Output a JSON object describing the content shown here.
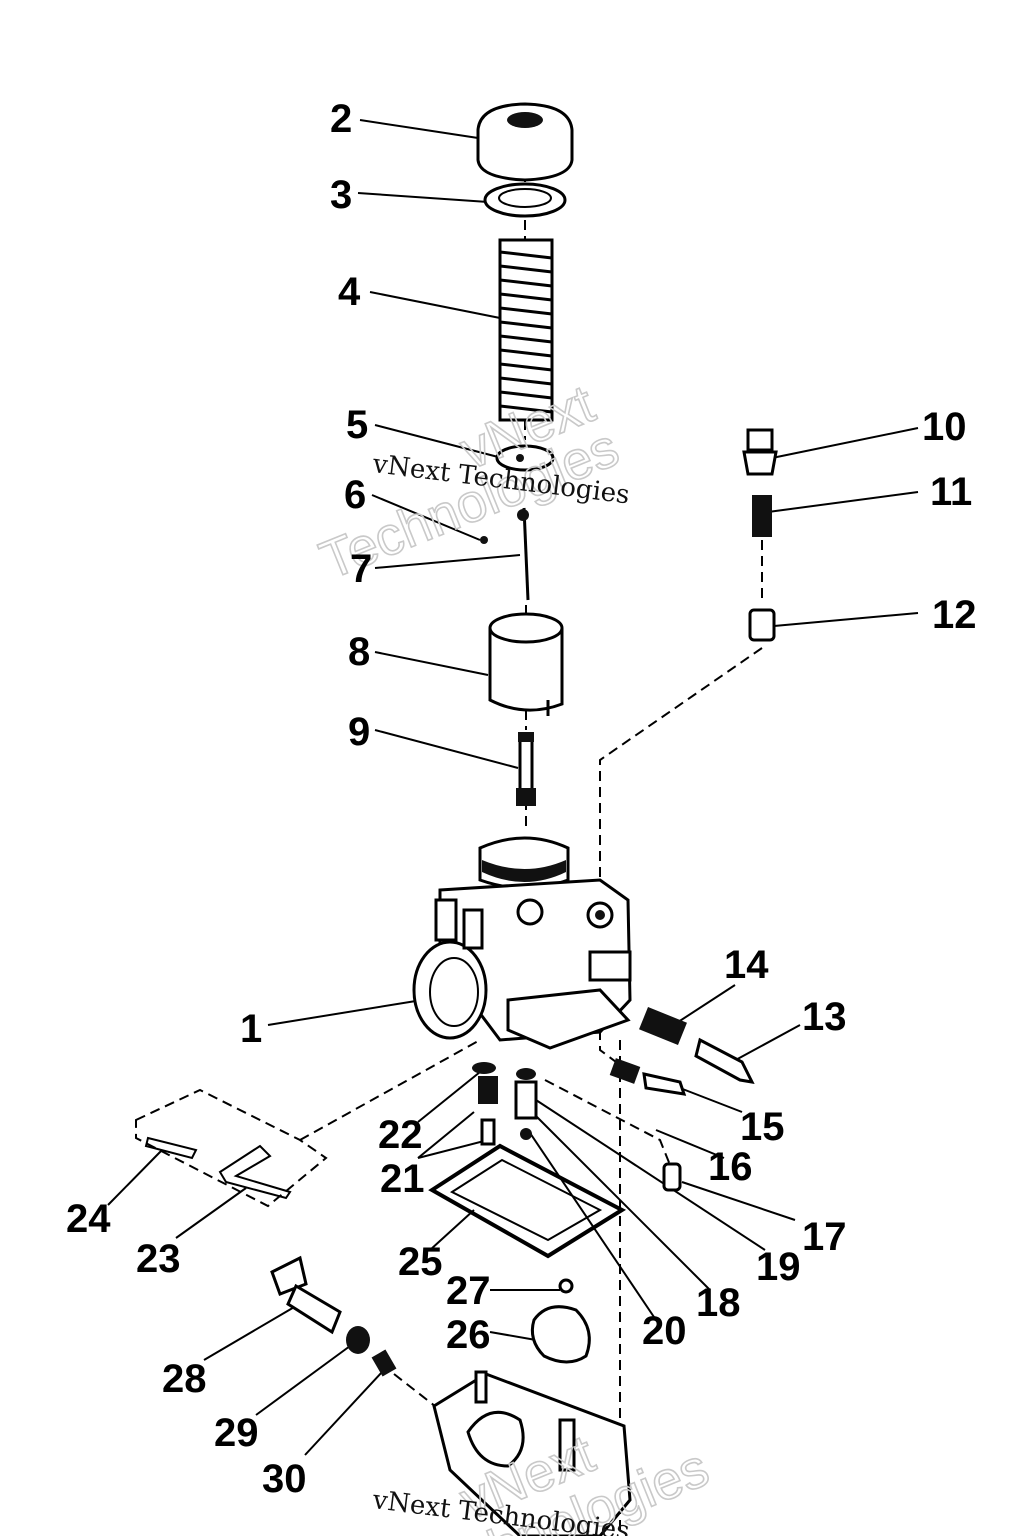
{
  "callouts": [
    {
      "id": "2",
      "text": "2"
    },
    {
      "id": "3",
      "text": "3"
    },
    {
      "id": "4",
      "text": "4"
    },
    {
      "id": "5",
      "text": "5"
    },
    {
      "id": "6",
      "text": "6"
    },
    {
      "id": "7",
      "text": "7"
    },
    {
      "id": "8",
      "text": "8"
    },
    {
      "id": "9",
      "text": "9"
    },
    {
      "id": "10",
      "text": "10"
    },
    {
      "id": "11",
      "text": "11"
    },
    {
      "id": "12",
      "text": "12"
    },
    {
      "id": "1",
      "text": "1"
    },
    {
      "id": "14",
      "text": "14"
    },
    {
      "id": "13",
      "text": "13"
    },
    {
      "id": "15",
      "text": "15"
    },
    {
      "id": "16",
      "text": "16"
    },
    {
      "id": "17",
      "text": "17"
    },
    {
      "id": "22",
      "text": "22"
    },
    {
      "id": "21",
      "text": "21"
    },
    {
      "id": "24",
      "text": "24"
    },
    {
      "id": "23",
      "text": "23"
    },
    {
      "id": "25",
      "text": "25"
    },
    {
      "id": "19",
      "text": "19"
    },
    {
      "id": "18",
      "text": "18"
    },
    {
      "id": "20",
      "text": "20"
    },
    {
      "id": "27",
      "text": "27"
    },
    {
      "id": "26",
      "text": "26"
    },
    {
      "id": "28",
      "text": "28"
    },
    {
      "id": "29",
      "text": "29"
    },
    {
      "id": "30",
      "text": "30"
    }
  ],
  "watermark": {
    "line1": "vNext",
    "line2": "Technologies",
    "caption": "vNext Technologies"
  }
}
